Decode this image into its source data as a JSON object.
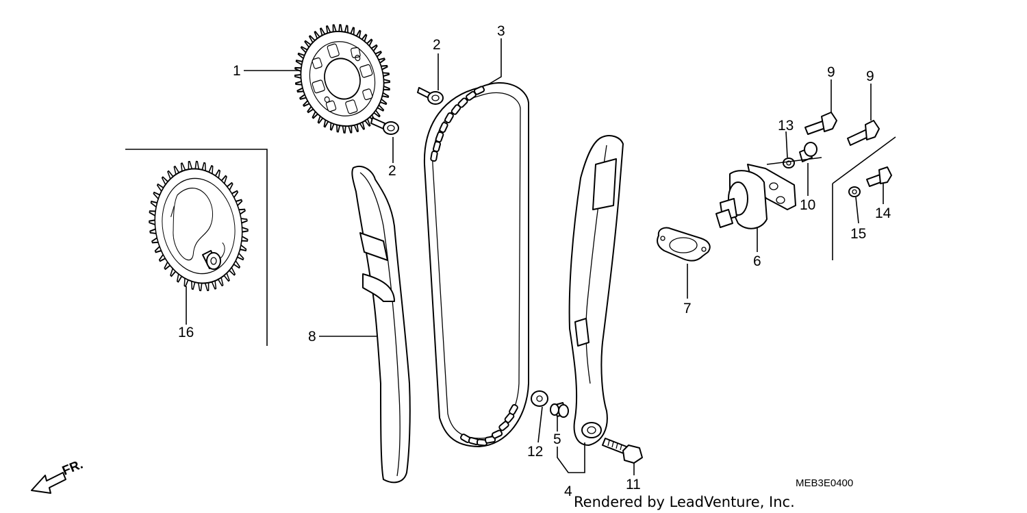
{
  "diagram": {
    "callouts": [
      {
        "id": "c1",
        "text": "1"
      },
      {
        "id": "c2a",
        "text": "2"
      },
      {
        "id": "c2b",
        "text": "2"
      },
      {
        "id": "c3",
        "text": "3"
      },
      {
        "id": "c4",
        "text": "4"
      },
      {
        "id": "c5",
        "text": "5"
      },
      {
        "id": "c6",
        "text": "6"
      },
      {
        "id": "c7",
        "text": "7"
      },
      {
        "id": "c8",
        "text": "8"
      },
      {
        "id": "c9a",
        "text": "9"
      },
      {
        "id": "c9b",
        "text": "9"
      },
      {
        "id": "c10",
        "text": "10"
      },
      {
        "id": "c11",
        "text": "11"
      },
      {
        "id": "c12",
        "text": "12"
      },
      {
        "id": "c13",
        "text": "13"
      },
      {
        "id": "c14",
        "text": "14"
      },
      {
        "id": "c15",
        "text": "15"
      },
      {
        "id": "c16",
        "text": "16"
      }
    ],
    "direction_label": "FR.",
    "diagram_code": "MEB3E0400",
    "credit": "Rendered by LeadVenture, Inc."
  }
}
